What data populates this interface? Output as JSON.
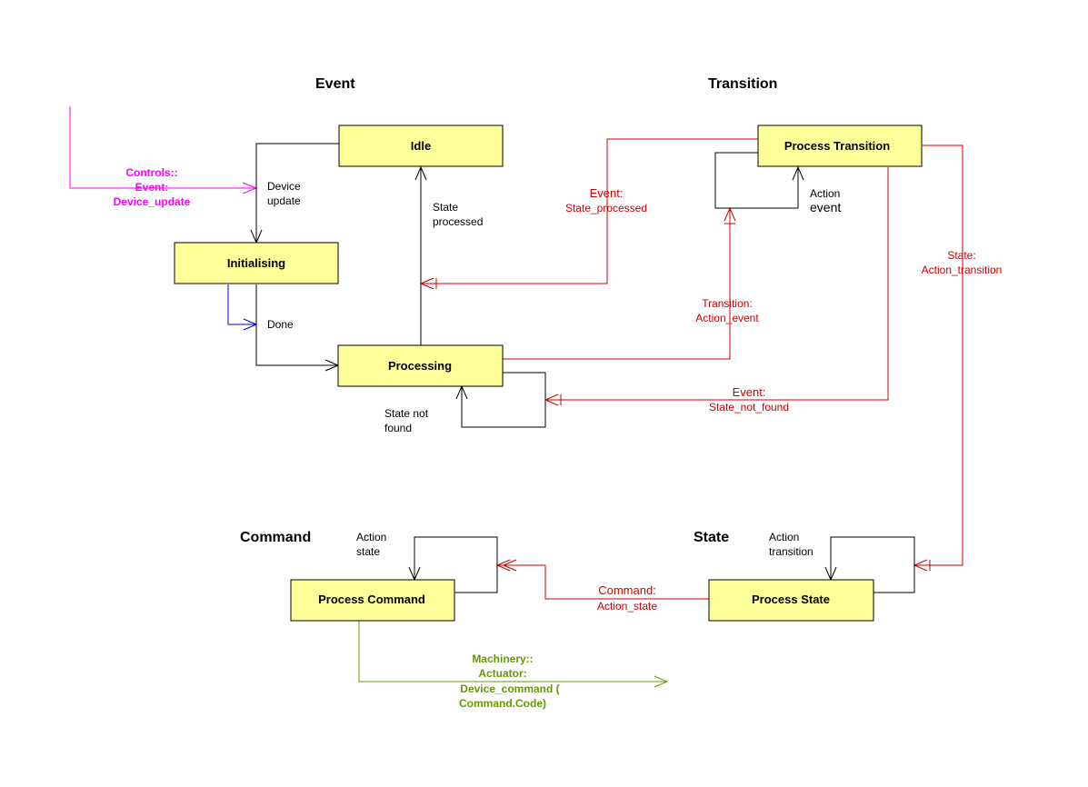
{
  "sections": {
    "event": "Event",
    "transition": "Transition",
    "command": "Command",
    "state": "State"
  },
  "states": {
    "idle": "Idle",
    "initialising": "Initialising",
    "processing": "Processing",
    "process_transition": "Process Transition",
    "process_command": "Process Command",
    "process_state": "Process State"
  },
  "labels": {
    "device_update": [
      "Device",
      "update"
    ],
    "done": "Done",
    "state_processed": [
      "State",
      "processed"
    ],
    "state_not_found": [
      "State not",
      "found"
    ],
    "action_event": [
      "Action",
      "event"
    ],
    "action_state": [
      "Action",
      "state"
    ],
    "action_transition": [
      "Action",
      "transition"
    ],
    "controls_event": [
      "Controls::",
      "Event:",
      "Device_update"
    ],
    "event_state_processed": [
      "Event:",
      "State_processed"
    ],
    "transition_action_event": [
      "Transition:",
      "Action_event"
    ],
    "state_action_transition": [
      "State:",
      "Action_transition"
    ],
    "event_state_not_found": [
      "Event:",
      "State_not_found"
    ],
    "command_action_state": [
      "Command:",
      "Action_state"
    ],
    "machinery_command": [
      "Machinery::",
      "Actuator:",
      "Device_command (",
      "Command.Code)"
    ]
  },
  "colors": {
    "state_fill": "#ffff99",
    "black": "#000000",
    "red": "#cc0000",
    "magenta": "#ff00ff",
    "olive": "#669900",
    "blue": "#0000cc"
  }
}
